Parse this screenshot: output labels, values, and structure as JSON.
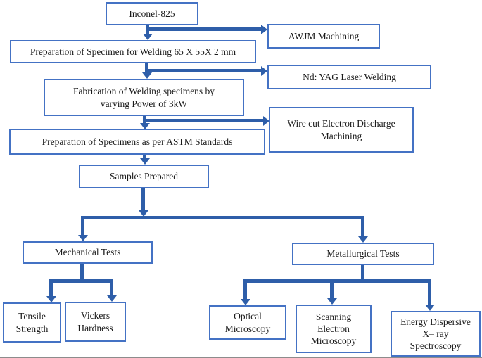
{
  "colors": {
    "box_border": "#4472c4",
    "arrow": "#2e5ea9",
    "text": "#1a1a1a",
    "background": "#ffffff"
  },
  "nodes": {
    "inconel": "Inconel-825",
    "awjm": "AWJM Machining",
    "prep_welding": "Preparation of Specimen for Welding 65 X 55X 2 mm",
    "nd_yag": "Nd: YAG Laser Welding",
    "fabrication": "Fabrication of Welding specimens by\nvarying Power of 3kW",
    "wire_cut": "Wire cut Electron Discharge\nMachining",
    "astm": "Preparation of Specimens as per ASTM Standards",
    "samples": "Samples Prepared",
    "mechanical": "Mechanical Tests",
    "metallurgical": "Metallurgical Tests",
    "tensile": "Tensile\nStrength",
    "vickers": "Vickers\nHardness",
    "optical": "Optical\nMicroscopy",
    "sem": "Scanning\nElectron\nMicroscopy",
    "eds": "Energy Dispersive\nX– ray\nSpectroscopy"
  }
}
